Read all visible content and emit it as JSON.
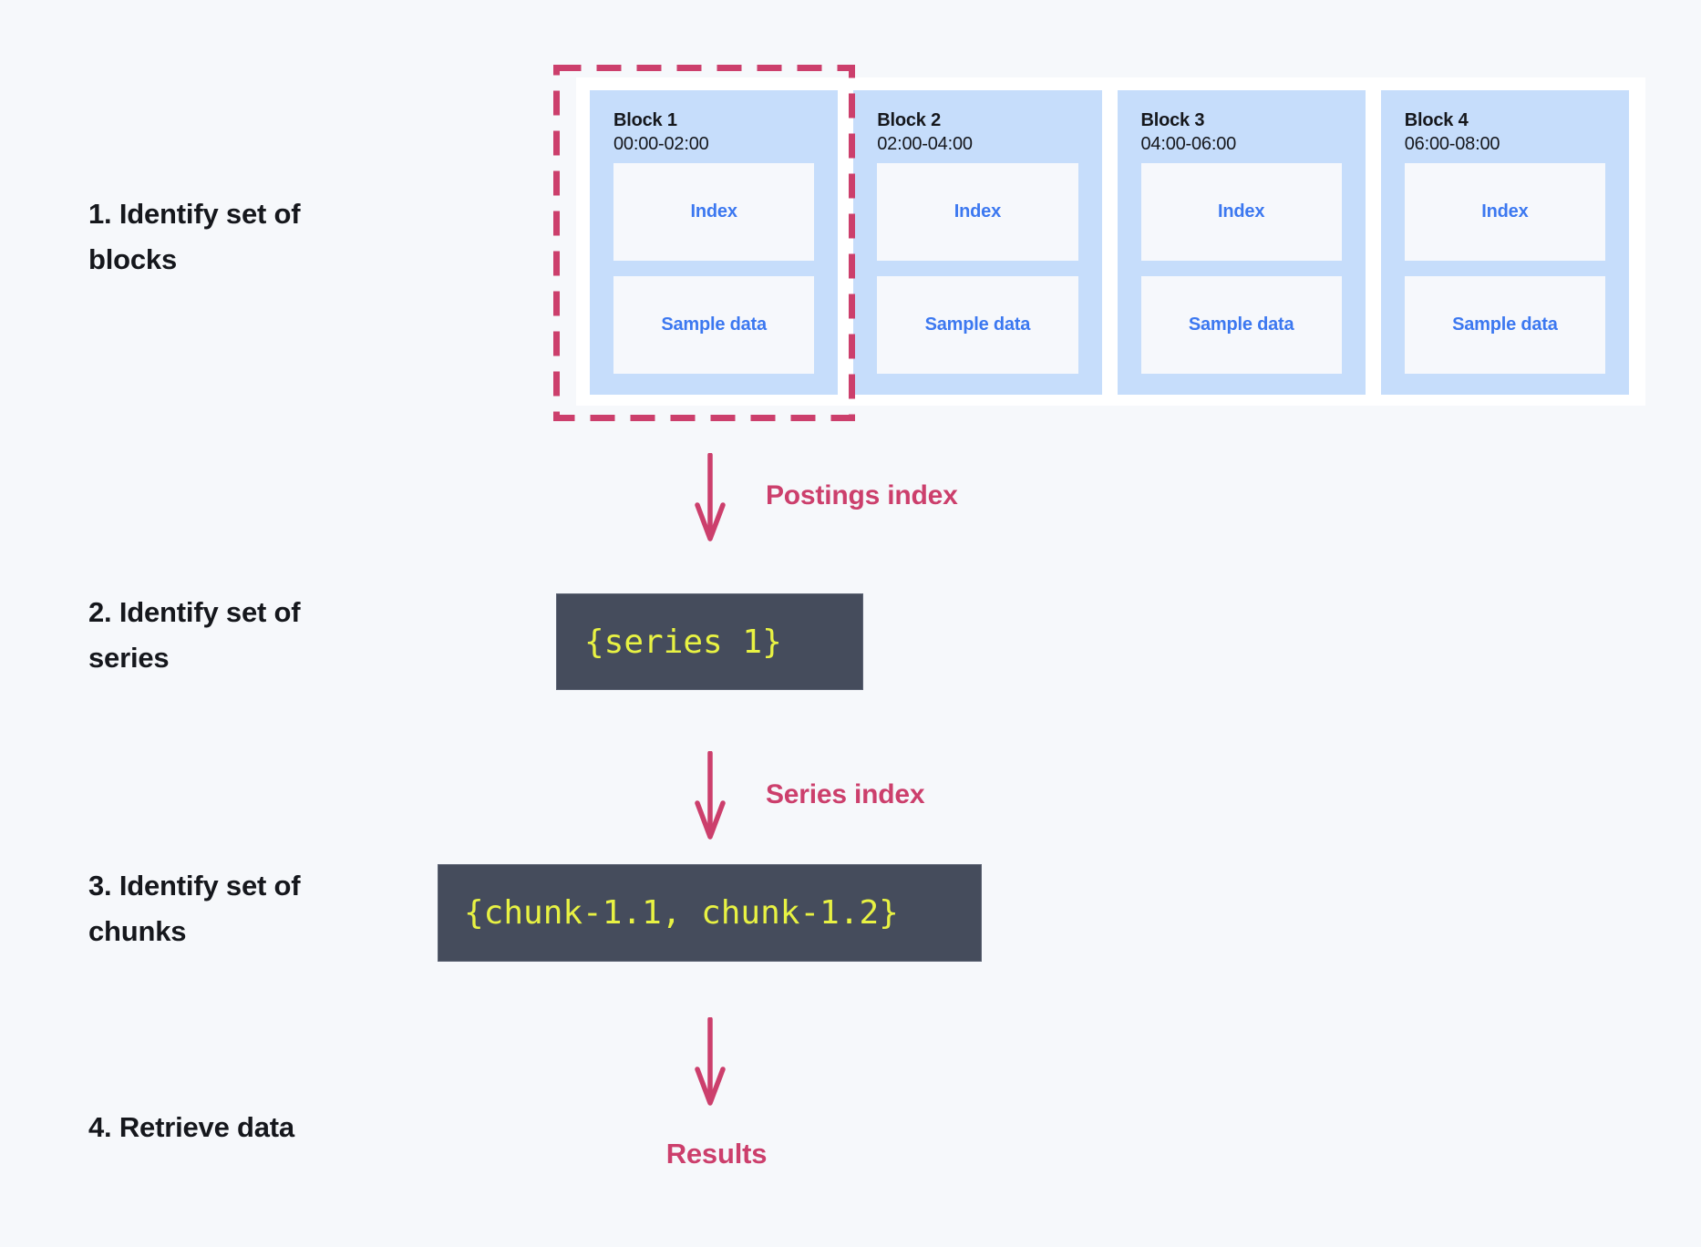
{
  "diagram": {
    "steps": [
      {
        "lines": [
          "1. Identify set of",
          "blocks"
        ]
      },
      {
        "lines": [
          "2. Identify set of",
          "series"
        ]
      },
      {
        "lines": [
          "3. Identify set of",
          "chunks"
        ]
      },
      {
        "lines": [
          "4. Retrieve data"
        ]
      }
    ],
    "blocks": [
      {
        "title": "Block 1",
        "time_range": "00:00-02:00",
        "index_label": "Index",
        "sample_label": "Sample data",
        "highlighted": true
      },
      {
        "title": "Block 2",
        "time_range": "02:00-04:00",
        "index_label": "Index",
        "sample_label": "Sample data",
        "highlighted": false
      },
      {
        "title": "Block 3",
        "time_range": "04:00-06:00",
        "index_label": "Index",
        "sample_label": "Sample data",
        "highlighted": false
      },
      {
        "title": "Block 4",
        "time_range": "06:00-08:00",
        "index_label": "Index",
        "sample_label": "Sample data",
        "highlighted": false
      }
    ],
    "flow": {
      "postings_index_label": "Postings index",
      "series_set_value": "{series 1}",
      "series_index_label": "Series index",
      "chunk_set_value": "{chunk-1.1, chunk-1.2}",
      "results_label": "Results"
    },
    "colors": {
      "page_bg": "#f6f8fb",
      "accent_pink": "#cc3f6c",
      "block_blue": "#c6ddfb",
      "inner_box_bg": "#f6f8fc",
      "label_blue": "#3c78f0",
      "dark_box_bg": "#454c5c",
      "code_yellow": "#e8f243"
    }
  }
}
